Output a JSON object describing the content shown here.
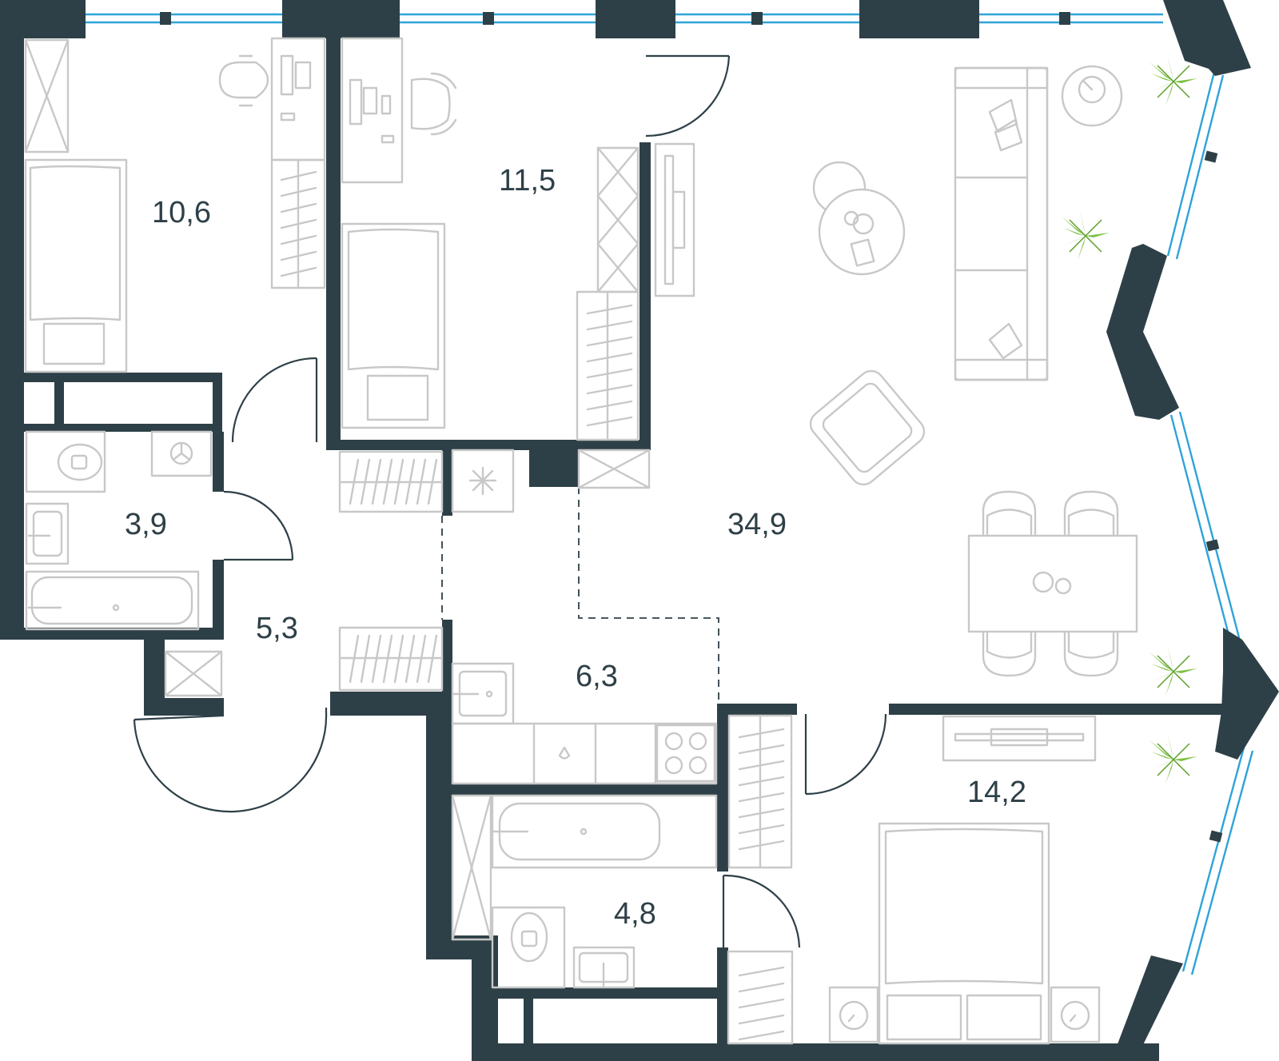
{
  "colors": {
    "wall": "#2e4047",
    "furniture": "#c8c8c8",
    "window": "#2fa3d8",
    "plant": "#7cc141",
    "background": "#ffffff"
  },
  "rooms": [
    {
      "id": "bedroom-1",
      "area": "10,6"
    },
    {
      "id": "bedroom-2",
      "area": "11,5"
    },
    {
      "id": "living-room",
      "area": "34,9"
    },
    {
      "id": "bathroom-1",
      "area": "3,9"
    },
    {
      "id": "hallway",
      "area": "5,3"
    },
    {
      "id": "kitchen",
      "area": "6,3"
    },
    {
      "id": "bathroom-2",
      "area": "4,8"
    },
    {
      "id": "bedroom-3",
      "area": "14,2"
    }
  ]
}
